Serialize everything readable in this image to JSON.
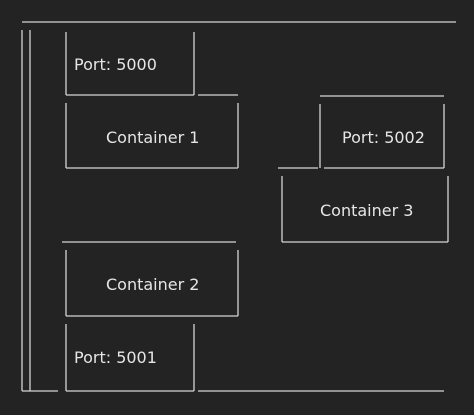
{
  "port_5000": {
    "label": "Port: 5000"
  },
  "container_1": {
    "label": "Container 1"
  },
  "port_5002": {
    "label": "Port: 5002"
  },
  "container_3": {
    "label": "Container 3"
  },
  "container_2": {
    "label": "Container 2"
  },
  "port_5001": {
    "label": "Port: 5001"
  }
}
